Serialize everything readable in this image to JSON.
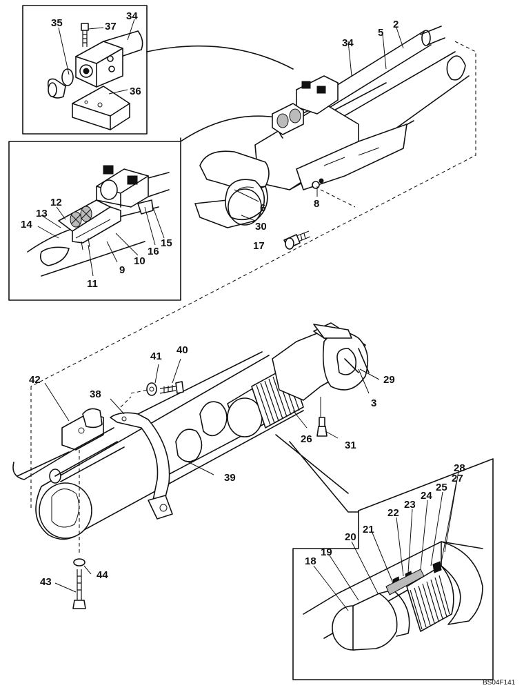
{
  "drawing_code": "BS04F141",
  "callouts": {
    "c2": "2",
    "c3": "3",
    "c5": "5",
    "c6": "6",
    "c8": "8",
    "c9": "9",
    "c10": "10",
    "c11": "11",
    "c12": "12",
    "c13": "13",
    "c14": "14",
    "c15": "15",
    "c16": "16",
    "c17": "17",
    "c18": "18",
    "c19": "19",
    "c20": "20",
    "c21": "21",
    "c22": "22",
    "c23": "23",
    "c24": "24",
    "c25": "25",
    "c26": "26",
    "c27": "27",
    "c28": "28",
    "c29": "29",
    "c30": "30",
    "c31": "31",
    "c34a": "34",
    "c34b": "34",
    "c35": "35",
    "c36": "36",
    "c37": "37",
    "c38": "38",
    "c39": "39",
    "c40": "40",
    "c41": "41",
    "c42": "42",
    "c43": "43",
    "c44": "44"
  }
}
